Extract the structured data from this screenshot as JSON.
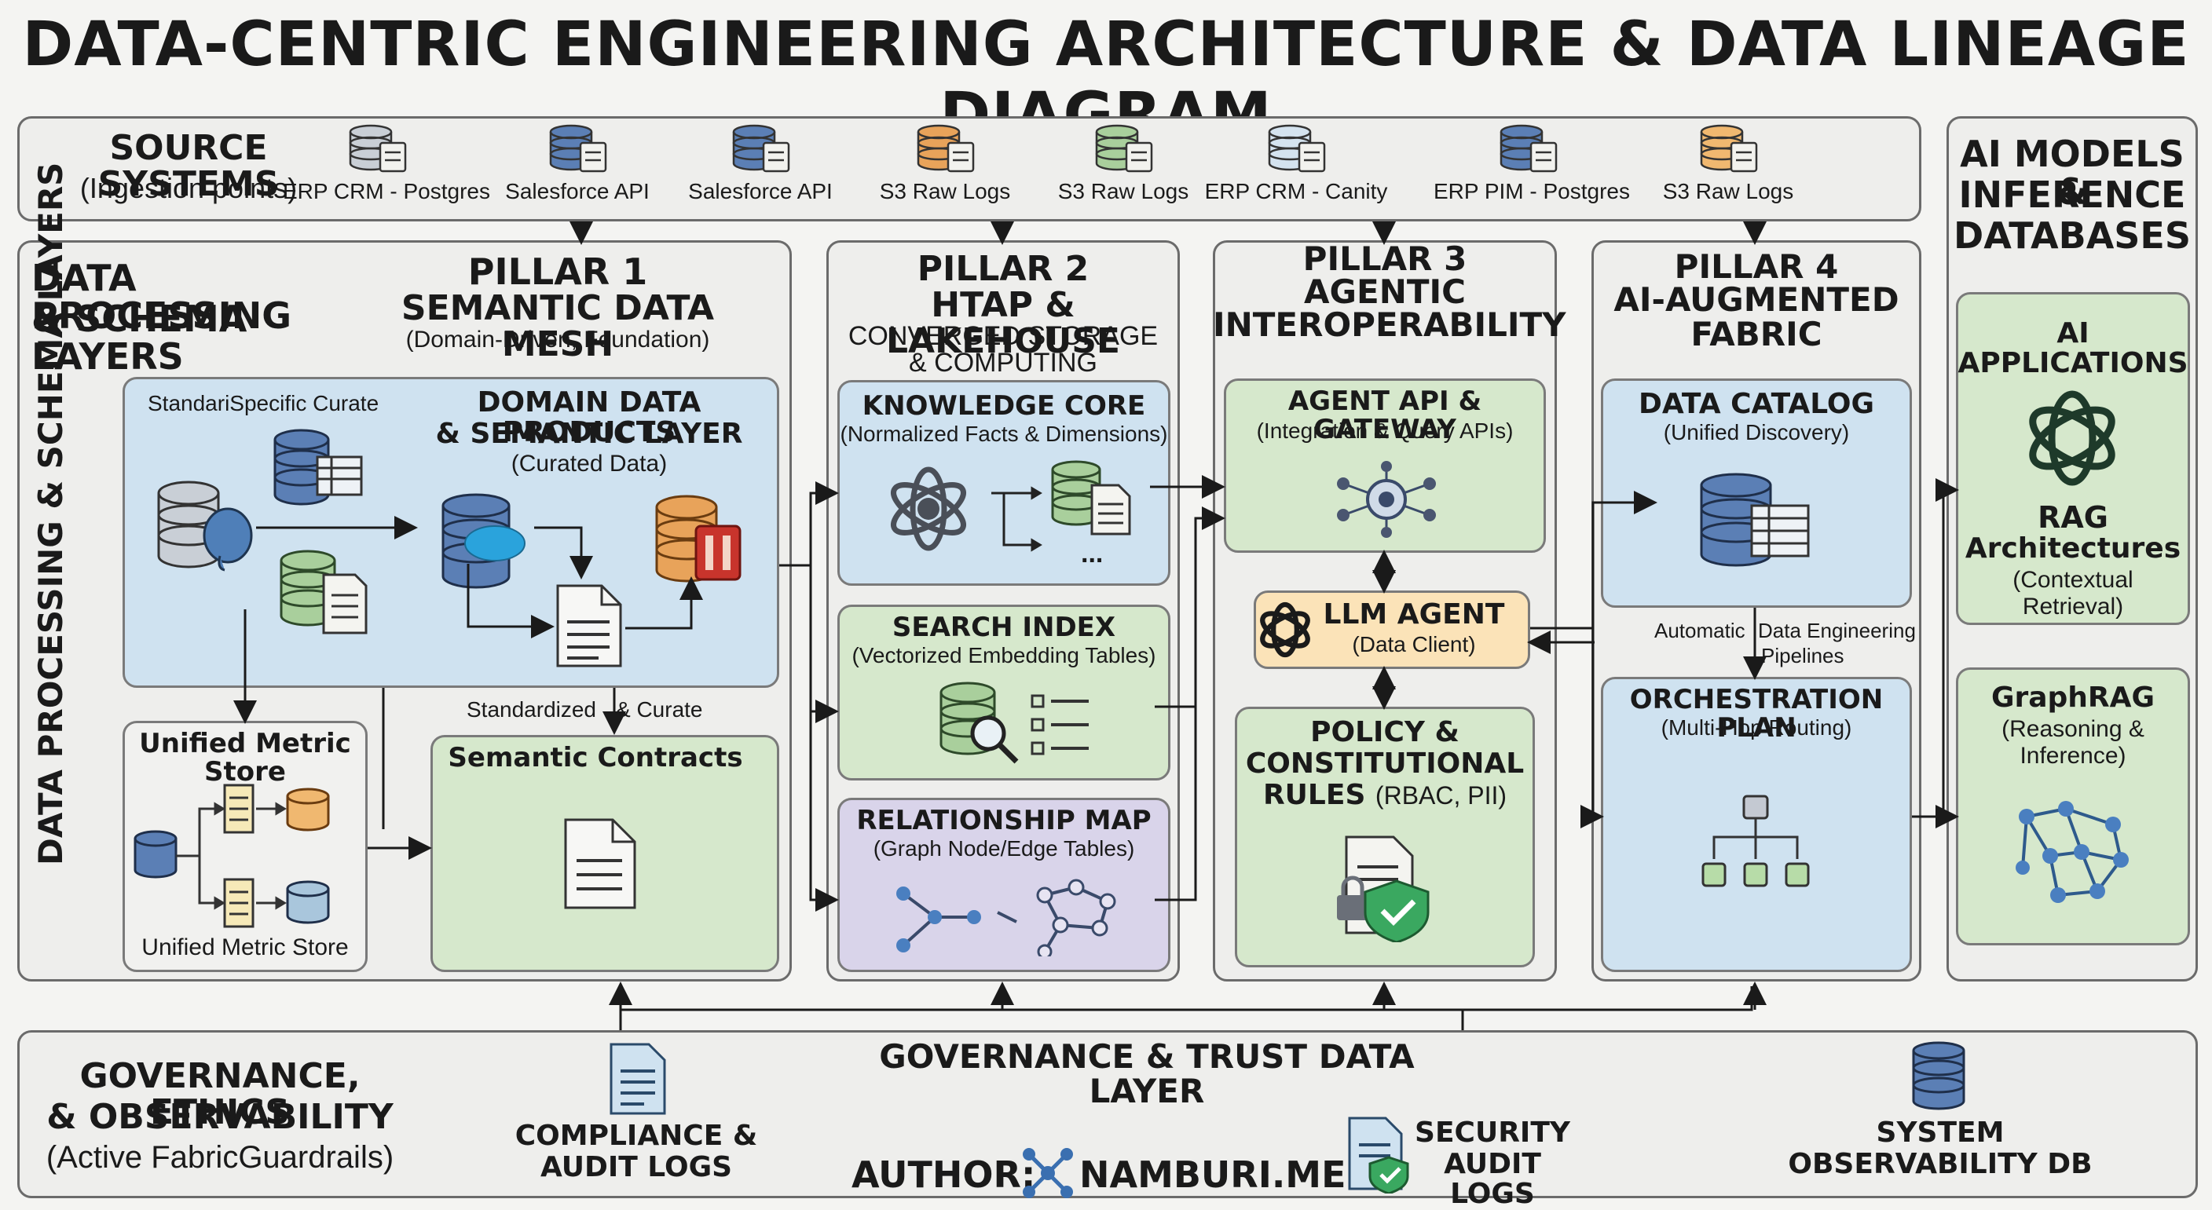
{
  "title": "DATA-CENTRIC ENGINEERING ARCHITECTURE & DATA LINEAGE DIAGRAM",
  "source_systems": {
    "title": "SOURCE SYSTEMS",
    "subtitle": "(Ingestion points)",
    "items": [
      {
        "label": "ERP CRM - Postgres",
        "icon": "postgres-database-icon",
        "color": "#c9cfd6"
      },
      {
        "label": "Salesforce API",
        "icon": "salesforce-database-icon",
        "color": "#5b7fb5"
      },
      {
        "label": "Salesforce API",
        "icon": "salesforce-database-icon",
        "color": "#5b7fb5"
      },
      {
        "label": "S3 Raw Logs",
        "icon": "s3-bucket-icon",
        "color": "#e8a35a"
      },
      {
        "label": "S3 Raw Logs",
        "icon": "document-database-icon",
        "color": "#a9cf9c"
      },
      {
        "label": "ERP CRM - Canity",
        "icon": "database-gear-icon",
        "color": "#d4e3ef"
      },
      {
        "label": "ERP PIM - Postgres",
        "icon": "table-database-icon",
        "color": "#5b7fb5"
      },
      {
        "label": "S3 Raw Logs",
        "icon": "document-database-icon",
        "color": "#f0b870"
      }
    ]
  },
  "processing": {
    "title_line1": "DATA PROCESSING",
    "title_line2": "& SCHEMA LAYERS",
    "vertical_label": "DATA PROCESSING & SCHEMA LAYERS",
    "pillar1": {
      "title_line1": "PILLAR 1",
      "title_line2": "SEMANTIC DATA MESH",
      "subtitle": "(Domain-Driven, Foundation)",
      "domain_left_label": "StandariSpecific Curate",
      "domain_title_line1": "DOMAIN DATA PRODUCTS",
      "domain_title_line2": "& SEMANTIC LAYER",
      "domain_subtitle": "(Curated Data)",
      "standardized_label": "Standardized",
      "curate_label": "& Curate",
      "metric_title": "Unified Metric Store",
      "metric_footer": "Unified Metric Store",
      "contracts_title": "Semantic Contracts"
    }
  },
  "pillar2": {
    "title_line1": "PILLAR 2",
    "title_line2": "HTAP & LAKEHOUSE",
    "subtitle_line1": "CONVERGED STORAGE",
    "subtitle_line2": "& COMPUTING",
    "knowledge_title": "KNOWLEDGE CORE",
    "knowledge_sub": "(Normalized Facts & Dimensions)",
    "ellipsis": "...",
    "search_title": "SEARCH INDEX",
    "search_sub": "(Vectorized Embedding Tables)",
    "rel_title": "RELATIONSHIP MAP",
    "rel_sub": "(Graph Node/Edge Tables)"
  },
  "pillar3": {
    "title_line1": "PILLAR 3",
    "title_line2": "AGENTIC",
    "title_line3": "INTEROPERABILITY",
    "gateway_title": "AGENT API & GATEWAY",
    "gateway_sub": "(Integration & Query APIs)",
    "llm_title": "LLM AGENT",
    "llm_sub": "(Data Client)",
    "policy_line1": "POLICY &",
    "policy_line2": "CONSTITUTIONAL",
    "policy_line3": "RULES",
    "policy_suffix": "(RBAC, PII)"
  },
  "pillar4": {
    "title_line1": "PILLAR 4",
    "title_line2": "AI-AUGMENTED",
    "title_line3": "FABRIC",
    "catalog_title": "DATA CATALOG",
    "catalog_sub": "(Unified Discovery)",
    "auto_label": "Automatic",
    "pipe_label_1": "Data Engineering",
    "pipe_label_2": "Pipelines",
    "orch_title": "ORCHESTRATION PLAN",
    "orch_sub": "(Multi-Hop Routing)"
  },
  "ai_models": {
    "title_line1": "AI MODELS &",
    "title_line2": "INFERENCE",
    "title_line3": "DATABASES",
    "apps_title": "AI APPLICATIONS",
    "rag_title_1": "RAG",
    "rag_title_2": "Architectures",
    "rag_sub_1": "(Contextual",
    "rag_sub_2": "Retrieval)",
    "graphrag_title": "GraphRAG",
    "graphrag_sub_1": "(Reasoning &",
    "graphrag_sub_2": "Inference)"
  },
  "governance": {
    "title_line1": "GOVERNANCE, ETHICS",
    "title_line2": "& OBSERVABILITY",
    "subtitle": "(Active FabricGuardrails)",
    "layer_title": "GOVERNANCE & TRUST DATA LAYER",
    "compliance_1": "COMPLIANCE &",
    "compliance_2": "AUDIT LOGS",
    "author_label": "AUTHOR:",
    "author_name": "NAMBURI.ME",
    "security_1": "SECURITY",
    "security_2": "AUDIT LOGS",
    "system_1": "SYSTEM",
    "system_2": "OBSERVABILITY DB"
  },
  "colors": {
    "blue_panel": "#cfe2f0",
    "green_panel": "#d6e8cc",
    "purple_panel": "#d9d4ea",
    "peach_panel": "#fbe3b8",
    "db_blue": "#5b7fb5",
    "db_orange": "#e8a35a",
    "db_green": "#a9cf9c"
  }
}
